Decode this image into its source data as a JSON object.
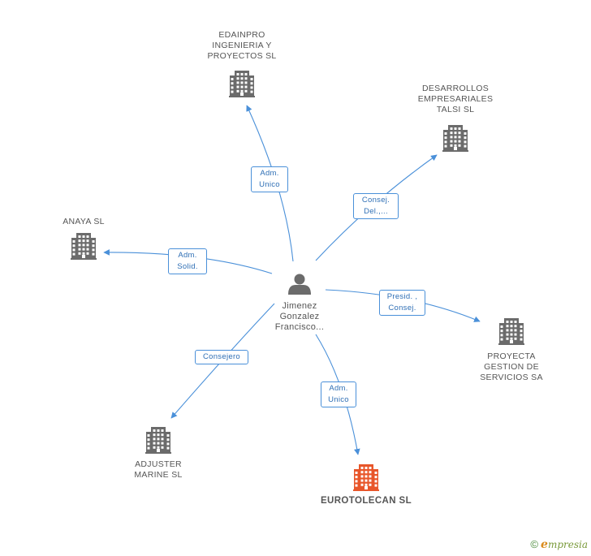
{
  "person": {
    "name_lines": [
      "Jimenez",
      "Gonzalez",
      "Francisco..."
    ]
  },
  "companies": [
    {
      "id": "edainpro",
      "lines": [
        "EDAINPRO",
        "INGENIERIA Y",
        "PROYECTOS SL"
      ],
      "highlight": false
    },
    {
      "id": "desarrollos",
      "lines": [
        "DESARROLLOS",
        "EMPRESARIALES",
        "TALSI SL"
      ],
      "highlight": false
    },
    {
      "id": "anaya",
      "lines": [
        "ANAYA SL"
      ],
      "highlight": false
    },
    {
      "id": "proyecta",
      "lines": [
        "PROYECTA",
        "GESTION DE",
        "SERVICIOS SA"
      ],
      "highlight": false
    },
    {
      "id": "adjuster",
      "lines": [
        "ADJUSTER",
        "MARINE SL"
      ],
      "highlight": false
    },
    {
      "id": "eurotolecan",
      "lines": [
        "EUROTOLECAN SL"
      ],
      "highlight": true
    }
  ],
  "relations": [
    {
      "target": "edainpro",
      "lines": [
        "Adm.",
        "Unico"
      ]
    },
    {
      "target": "desarrollos",
      "lines": [
        "Consej.",
        "Del.,..."
      ]
    },
    {
      "target": "anaya",
      "lines": [
        "Adm.",
        "Solid."
      ]
    },
    {
      "target": "proyecta",
      "lines": [
        "Presid. ,",
        "Consej."
      ]
    },
    {
      "target": "adjuster",
      "lines": [
        "Consejero"
      ]
    },
    {
      "target": "eurotolecan",
      "lines": [
        "Adm.",
        "Unico"
      ]
    }
  ],
  "colors": {
    "edge": "#4a90d9",
    "building": "#6b6b6b",
    "building_highlight": "#e8562a",
    "person": "#6b6b6b"
  },
  "footer": {
    "copyright": "©",
    "brand_initial": "e",
    "brand_rest": "mpresia"
  }
}
